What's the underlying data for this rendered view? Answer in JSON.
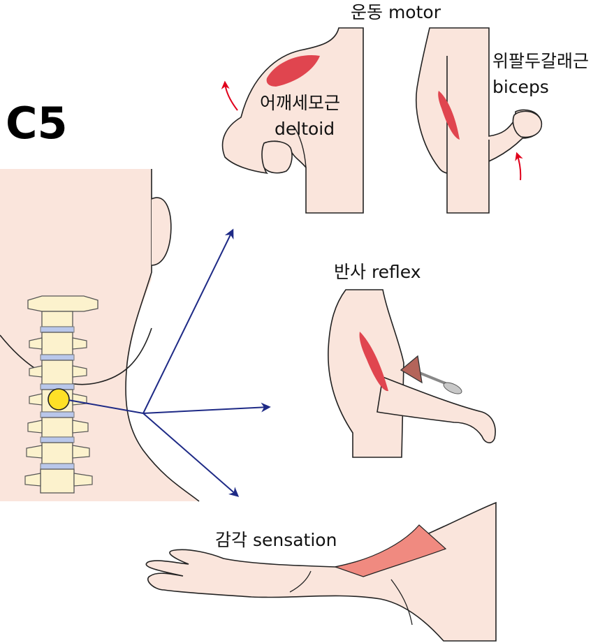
{
  "title": "C5",
  "labels": {
    "motor": "운동 motor",
    "deltoid_ko": "어깨세모근",
    "deltoid_en": "deltoid",
    "biceps_ko": "위팔두갈래근",
    "biceps_en": "biceps",
    "reflex": "반사 reflex",
    "sensation": "감각 sensation"
  },
  "colors": {
    "skin": "#fae5dc",
    "muscle": "#e0454f",
    "dermatome": "#f08a80",
    "arrow": "#1e2a86",
    "motion_arrow": "#e0001b",
    "vertebra": "#fcf2cd",
    "disc": "#b9c7ea",
    "nerve_root": "#ffe027"
  }
}
